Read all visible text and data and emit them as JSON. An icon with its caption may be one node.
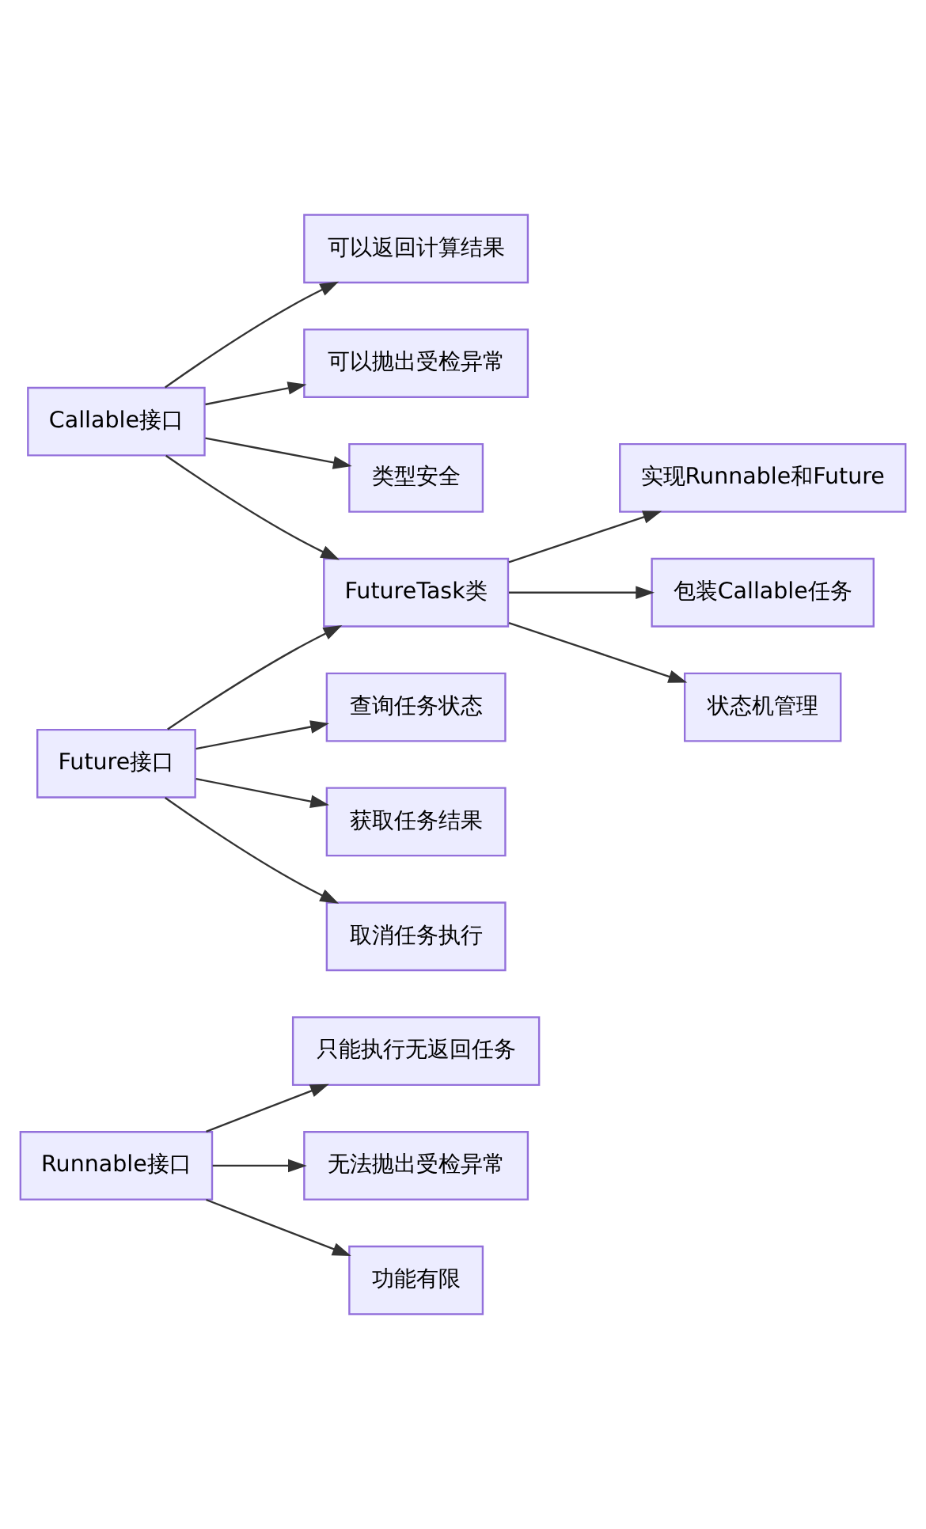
{
  "diagram": {
    "nodes": [
      {
        "text": [
          "Runnable接口"
        ]
      },
      {
        "text": [
          "只能执行无返回任务"
        ]
      },
      {
        "text": [
          "无法抛出受检异常"
        ]
      },
      {
        "text": [
          "功能有限"
        ]
      },
      {
        "text": [
          "Callable接口"
        ]
      },
      {
        "text": [
          "可以返回计算结果"
        ]
      },
      {
        "text": [
          "可以抛出受检异常"
        ]
      },
      {
        "text": [
          "类型安全"
        ]
      },
      {
        "text": [
          "Future接口"
        ]
      },
      {
        "text": [
          "查询任务状态"
        ]
      },
      {
        "text": [
          "获取任务结果"
        ]
      },
      {
        "text": [
          "取消任务执行"
        ]
      },
      {
        "text": [
          "FutureTask类"
        ]
      },
      {
        "text": [
          "实现Runnable和Future"
        ]
      },
      {
        "text": [
          "包装Callable任务"
        ]
      },
      {
        "text": [
          "状态机管理"
        ]
      }
    ],
    "edges": [
      {
        "from": 0,
        "to": 1,
        "arrow": "to"
      },
      {
        "from": 0,
        "to": 2,
        "arrow": "to"
      },
      {
        "from": 0,
        "to": 3,
        "arrow": "to"
      },
      {
        "from": 4,
        "to": 5,
        "arrow": "to"
      },
      {
        "from": 4,
        "to": 6,
        "arrow": "to"
      },
      {
        "from": 4,
        "to": 7,
        "arrow": "to"
      },
      {
        "from": 8,
        "to": 9,
        "arrow": "to"
      },
      {
        "from": 8,
        "to": 10,
        "arrow": "to"
      },
      {
        "from": 8,
        "to": 11,
        "arrow": "to"
      },
      {
        "from": 8,
        "to": 12,
        "arrow": "to"
      },
      {
        "from": 4,
        "to": 12,
        "arrow": "to"
      },
      {
        "from": 12,
        "to": 13,
        "arrow": "to"
      },
      {
        "from": 12,
        "to": 14,
        "arrow": "to"
      },
      {
        "from": 12,
        "to": 15,
        "arrow": "to"
      }
    ]
  }
}
